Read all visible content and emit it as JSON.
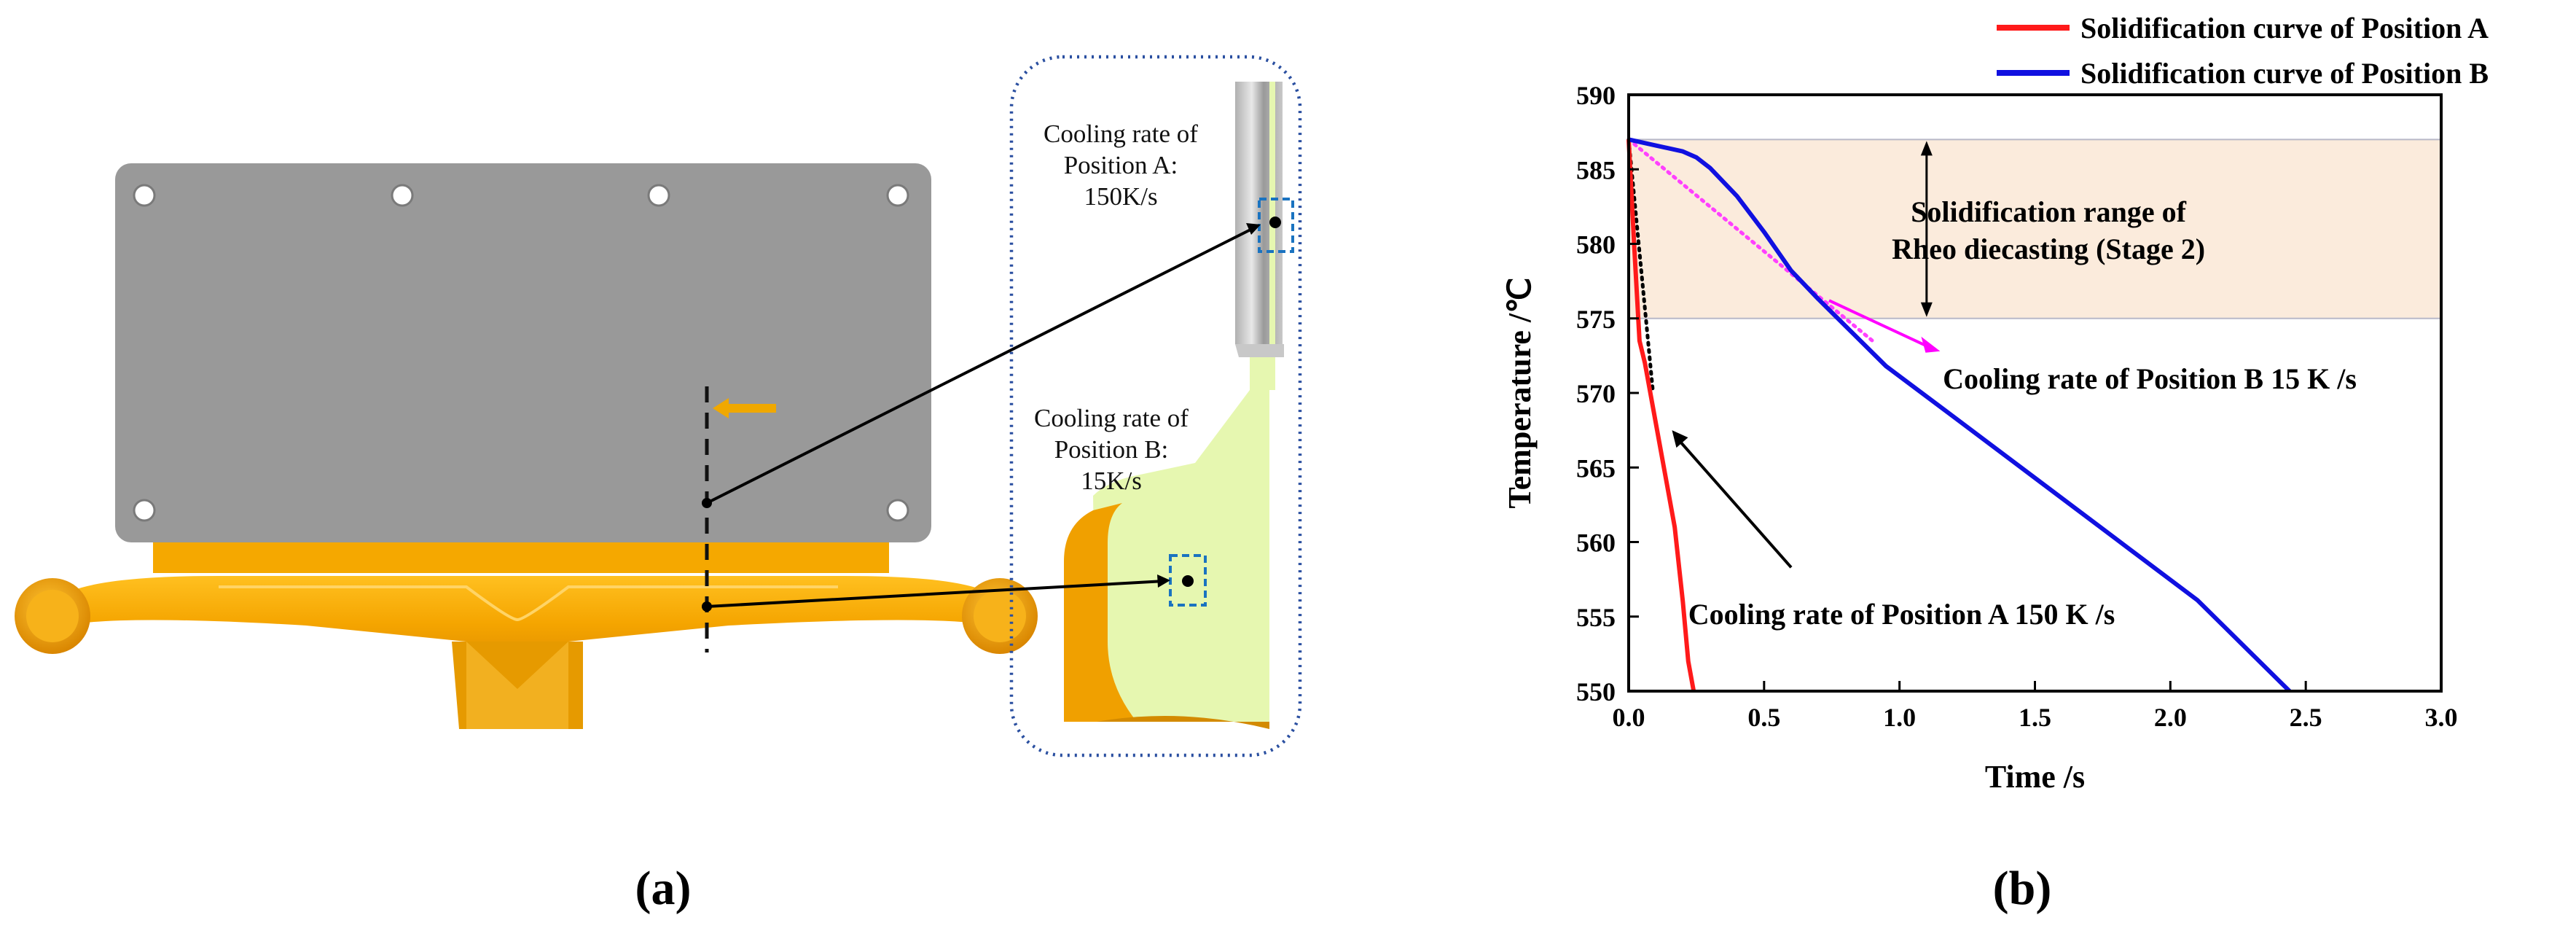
{
  "panel_a": {
    "label": "(a)",
    "note_a_line1": "Cooling rate of",
    "note_a_line2": "Position A:",
    "note_a_line3": "150K/s",
    "note_b_line1": "Cooling rate of",
    "note_b_line2": "Position B:",
    "note_b_line3": "15K/s",
    "colors": {
      "die": "#999999",
      "casting": "#f0a000",
      "section": "#e6f7b0",
      "frame": "#2a4fa0",
      "box": "#1a73c0"
    }
  },
  "panel_b": {
    "label": "(b)",
    "range_line1": "Solidification range of",
    "range_line2": "Rheo diecasting (Stage 2)",
    "note_b": "Cooling rate of Position B 15 K /s",
    "note_a": "Cooling rate of Position A 150 K /s"
  },
  "chart_data": {
    "type": "line",
    "xlabel": "Time /s",
    "ylabel": "Temperature /℃",
    "xlim": [
      0,
      3.0
    ],
    "ylim": [
      550,
      590
    ],
    "xticks": [
      "0.0",
      "0.5",
      "1.0",
      "1.5",
      "2.0",
      "2.5",
      "3.0"
    ],
    "yticks": [
      "550",
      "555",
      "560",
      "565",
      "570",
      "575",
      "580",
      "585",
      "590"
    ],
    "legend_position": "top-right, above plot",
    "solidification_range": [
      575,
      587
    ],
    "series": [
      {
        "name": "Solidification curve of Position A",
        "color": "#ff1a1a",
        "x": [
          0.0,
          0.02,
          0.04,
          0.06,
          0.09,
          0.13,
          0.17,
          0.2,
          0.22,
          0.24
        ],
        "y": [
          587,
          580,
          573.5,
          572,
          569,
          565,
          561,
          556,
          552,
          550
        ]
      },
      {
        "name": "Solidification curve of Position B",
        "color": "#1010e0",
        "x": [
          0.0,
          0.1,
          0.2,
          0.25,
          0.3,
          0.4,
          0.5,
          0.6,
          0.7,
          0.8,
          0.95,
          1.2,
          1.5,
          1.8,
          2.1,
          2.44
        ],
        "y": [
          587,
          586.6,
          586.2,
          585.8,
          585.1,
          583.2,
          580.8,
          578.2,
          576.3,
          574.5,
          571.8,
          568.4,
          564.3,
          560.2,
          556.1,
          550
        ]
      }
    ],
    "tangent_lines": [
      {
        "color": "#ff40ff",
        "x": [
          0.0,
          0.9
        ],
        "y": [
          587,
          573.5
        ]
      },
      {
        "color": "#000000",
        "x": [
          0.0,
          0.09
        ],
        "y": [
          587,
          570
        ]
      }
    ]
  }
}
